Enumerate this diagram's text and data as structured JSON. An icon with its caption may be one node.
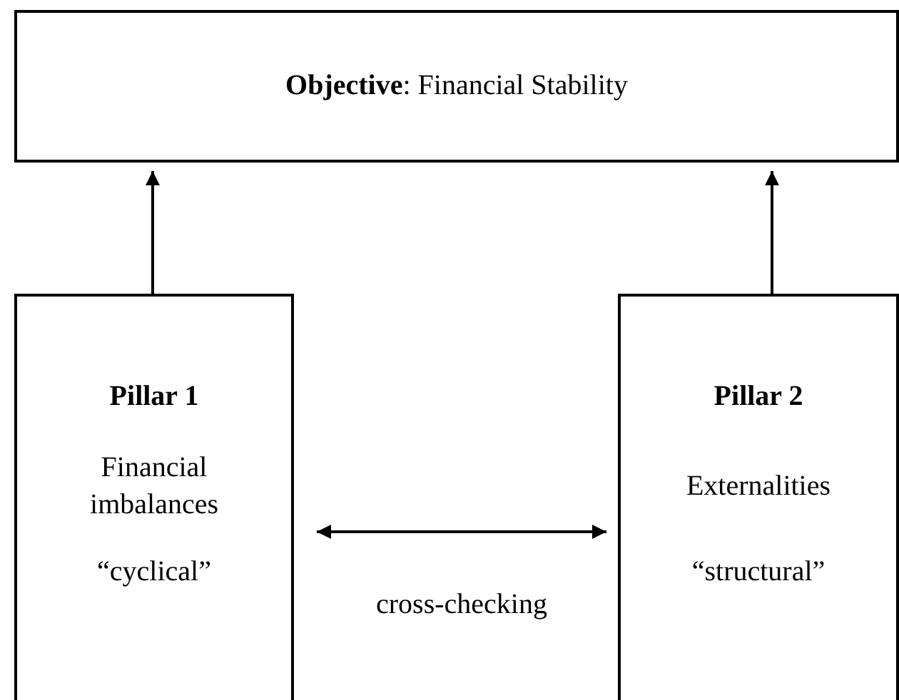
{
  "diagram": {
    "nodes": [
      {
        "text": [
          "**Objective**: Financial Stability"
        ]
      },
      {
        "text": [
          "Pillar 1",
          "Financial imbalances",
          "“cyclical”"
        ]
      },
      {
        "text": [
          "Pillar 2",
          "Externalities",
          "“structural”"
        ]
      }
    ],
    "edges": [
      {
        "from": 1,
        "to": 0,
        "arrow": "to"
      },
      {
        "from": 2,
        "to": 0,
        "arrow": "to"
      },
      {
        "from": 1,
        "to": 2,
        "arrow": "both",
        "label": "cross-checking"
      }
    ]
  }
}
